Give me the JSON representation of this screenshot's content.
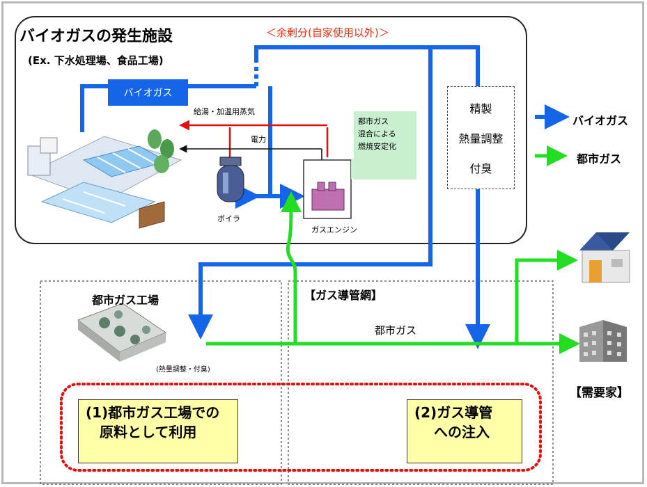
{
  "title": "バイオガスの発生施設",
  "subtitle": "(Ex. 下水処理場、食品工場)",
  "surplus_label": "＜余剰分(自家使用以外)＞",
  "biogas_box_label": "バイオガス",
  "steam_label": "給湯・加温用蒸気",
  "power_label": "電力",
  "city_gas_mix_note": [
    "都市ガス",
    "混合による",
    "燃焼安定化"
  ],
  "boiler_label": "ボイラ",
  "gas_engine_label": "ガスエンジン",
  "refine_steps": [
    "精製",
    "熱量調整",
    "付臭"
  ],
  "legend": [
    {
      "label": "バイオガス",
      "color": "#1565e8"
    },
    {
      "label": "都市ガス",
      "color": "#22dd22"
    }
  ],
  "city_gas_plant_label": "都市ガス工場",
  "plant_sub_label": "(熱量調整・付臭)",
  "gas_network_label": "【ガス導管網】",
  "city_gas_label": "都市ガス",
  "consumer_label": "【需要家】",
  "use_case_1": [
    "(1)都市ガス工場での",
    "原料として利用"
  ],
  "use_case_2": [
    "(2)ガス導管",
    "への注入"
  ],
  "colors": {
    "biogas": "#1565e8",
    "city_gas": "#22dd22",
    "heat": "#e01010",
    "power": "#111111"
  }
}
